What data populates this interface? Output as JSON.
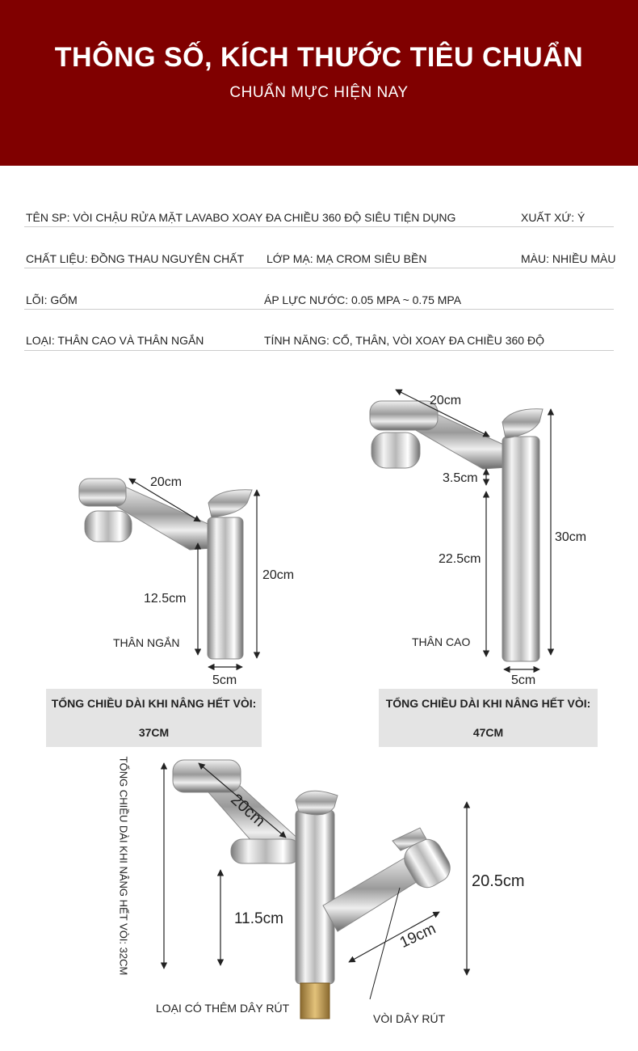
{
  "header": {
    "title": "THÔNG SỐ, KÍCH THƯỚC TIÊU CHUẨN",
    "subtitle": "CHUẨN MỰC HIỆN NAY",
    "background": "#800000"
  },
  "specs": {
    "name": "TÊN SP: VÒI CHẬU RỬA MẶT LAVABO XOAY ĐA CHIỀU 360 ĐỘ SIÊU TIỆN DỤNG",
    "origin": "XUẤT XỨ: Ý",
    "material": "CHẤT LIỆU: ĐỒNG THAU NGUYÊN CHẤT",
    "plating": "LỚP MẠ: MẠ CROM SIÊU BỀN",
    "color": "MÀU: NHIỀU MÀU",
    "core": "LÕI: GỐM",
    "pressure": "ÁP LỰC NƯỚC: 0.05 MPA ~ 0.75 MPA",
    "type": "LOẠI: THÂN CAO VÀ THÂN NGẮN",
    "feature": "TÍNH NĂNG: CỔ, THÂN, VÒI XOAY ĐA CHIỀU 360 ĐỘ"
  },
  "short_faucet": {
    "spout": "20cm",
    "lower": "12.5cm",
    "height": "20cm",
    "base": "5cm",
    "label": "THÂN NGẮN",
    "caption": "TỔNG CHIỀU DÀI KHI NÂNG HẾT VÒI: 37CM"
  },
  "tall_faucet": {
    "spout": "20cm",
    "gap": "3.5cm",
    "lower": "22.5cm",
    "height": "30cm",
    "base": "5cm",
    "label": "THÂN CAO",
    "caption": "TỔNG CHIỀU DÀI KHI NÂNG HẾT VÒI: 47CM"
  },
  "pullout_faucet": {
    "vertical_total": "TỔNG CHIỀU DÀI KHI NÂNG HẾT VÒI: 32CM",
    "spout": "20cm",
    "lower": "11.5cm",
    "sprayer_height": "20.5cm",
    "hose": "19cm",
    "label": "LOẠI CÓ THÊM DÂY RÚT",
    "sprayer_label": "VÒI DÂY RÚT"
  }
}
